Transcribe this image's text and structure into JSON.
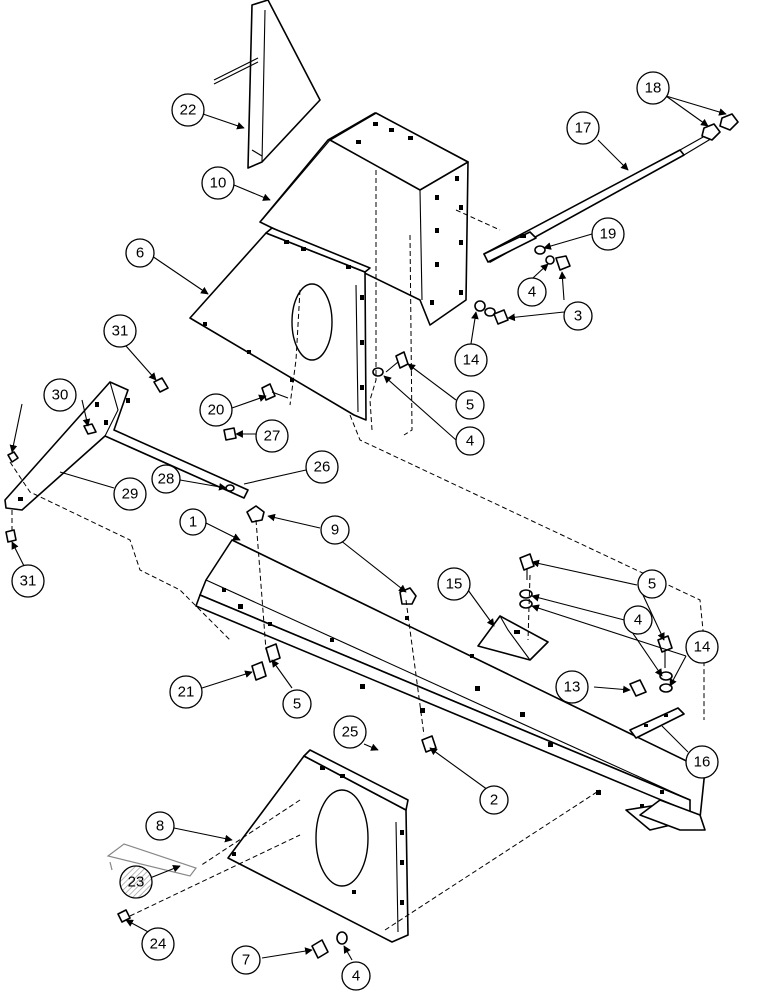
{
  "callouts": [
    {
      "id": "1",
      "label": "1"
    },
    {
      "id": "2",
      "label": "2"
    },
    {
      "id": "3",
      "label": "3"
    },
    {
      "id": "4a",
      "label": "4"
    },
    {
      "id": "4b",
      "label": "4"
    },
    {
      "id": "4c",
      "label": "4"
    },
    {
      "id": "4d",
      "label": "4"
    },
    {
      "id": "5a",
      "label": "5"
    },
    {
      "id": "5b",
      "label": "5"
    },
    {
      "id": "5c",
      "label": "5"
    },
    {
      "id": "6",
      "label": "6"
    },
    {
      "id": "7",
      "label": "7"
    },
    {
      "id": "8",
      "label": "8"
    },
    {
      "id": "9",
      "label": "9"
    },
    {
      "id": "10",
      "label": "10"
    },
    {
      "id": "13",
      "label": "13"
    },
    {
      "id": "14a",
      "label": "14"
    },
    {
      "id": "14b",
      "label": "14"
    },
    {
      "id": "15",
      "label": "15"
    },
    {
      "id": "16",
      "label": "16"
    },
    {
      "id": "17",
      "label": "17"
    },
    {
      "id": "18",
      "label": "18"
    },
    {
      "id": "19",
      "label": "19"
    },
    {
      "id": "20",
      "label": "20"
    },
    {
      "id": "21",
      "label": "21"
    },
    {
      "id": "22",
      "label": "22"
    },
    {
      "id": "23",
      "label": "23"
    },
    {
      "id": "24",
      "label": "24"
    },
    {
      "id": "25",
      "label": "25"
    },
    {
      "id": "26",
      "label": "26"
    },
    {
      "id": "27",
      "label": "27"
    },
    {
      "id": "28",
      "label": "28"
    },
    {
      "id": "29",
      "label": "29"
    },
    {
      "id": "30",
      "label": "30"
    },
    {
      "id": "31a",
      "label": "31"
    },
    {
      "id": "31b",
      "label": "31"
    }
  ]
}
